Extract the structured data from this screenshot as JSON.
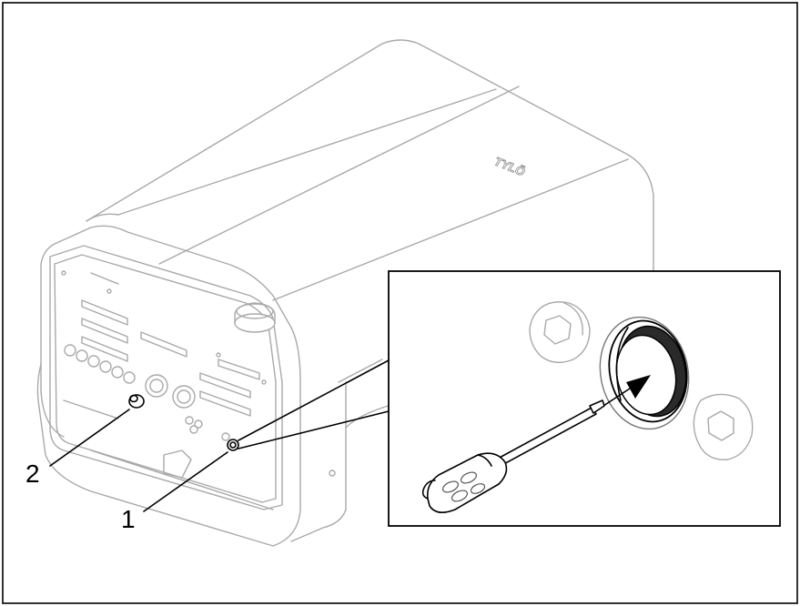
{
  "callouts": [
    {
      "label": "1"
    },
    {
      "label": "2"
    }
  ],
  "logo": {
    "text": "TYLÖ"
  },
  "icons": {
    "steam_generator": "steam-generator-illustration",
    "screwdriver": "screwdriver-icon",
    "plug": "cover-plug-icon",
    "arrow": "arrow-icon"
  },
  "colors": {
    "outline": "#000000",
    "ghost": "#a9a9a9"
  }
}
